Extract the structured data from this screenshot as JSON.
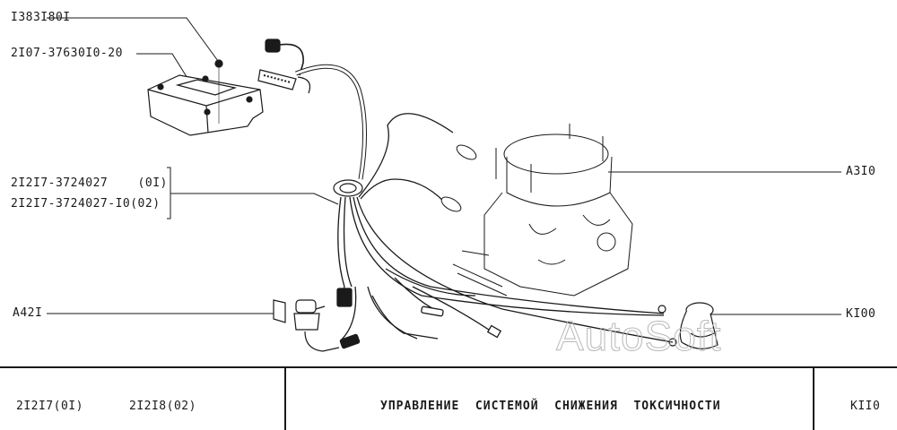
{
  "diagram": {
    "callouts": [
      {
        "id": "nut",
        "label": "I383I80I",
        "side": "left"
      },
      {
        "id": "ecu",
        "label": "2I07-37630I0-20",
        "side": "left"
      },
      {
        "id": "harness_01",
        "label": "2I2I7-3724027    (0I)",
        "side": "left"
      },
      {
        "id": "harness_02",
        "label": "2I2I7-3724027-I0(02)",
        "side": "left"
      },
      {
        "id": "sensor",
        "label": "A42I",
        "side": "left"
      },
      {
        "id": "carburetor",
        "label": "A3I0",
        "side": "right"
      },
      {
        "id": "valve",
        "label": "KI00",
        "side": "right"
      }
    ],
    "components": [
      "electronic-control-unit",
      "nut",
      "wire-harness",
      "grommet",
      "carburetor",
      "limit-switch",
      "solenoid-valve"
    ],
    "watermark": "AutoSoft"
  },
  "footer": {
    "models": [
      "2I2I7(0I)",
      "2I2I8(02)"
    ],
    "title": "УПРАВЛЕНИЕ  СИСТЕМОЙ  СНИЖЕНИЯ  ТОКСИЧНОСТИ",
    "code": "KII0"
  }
}
